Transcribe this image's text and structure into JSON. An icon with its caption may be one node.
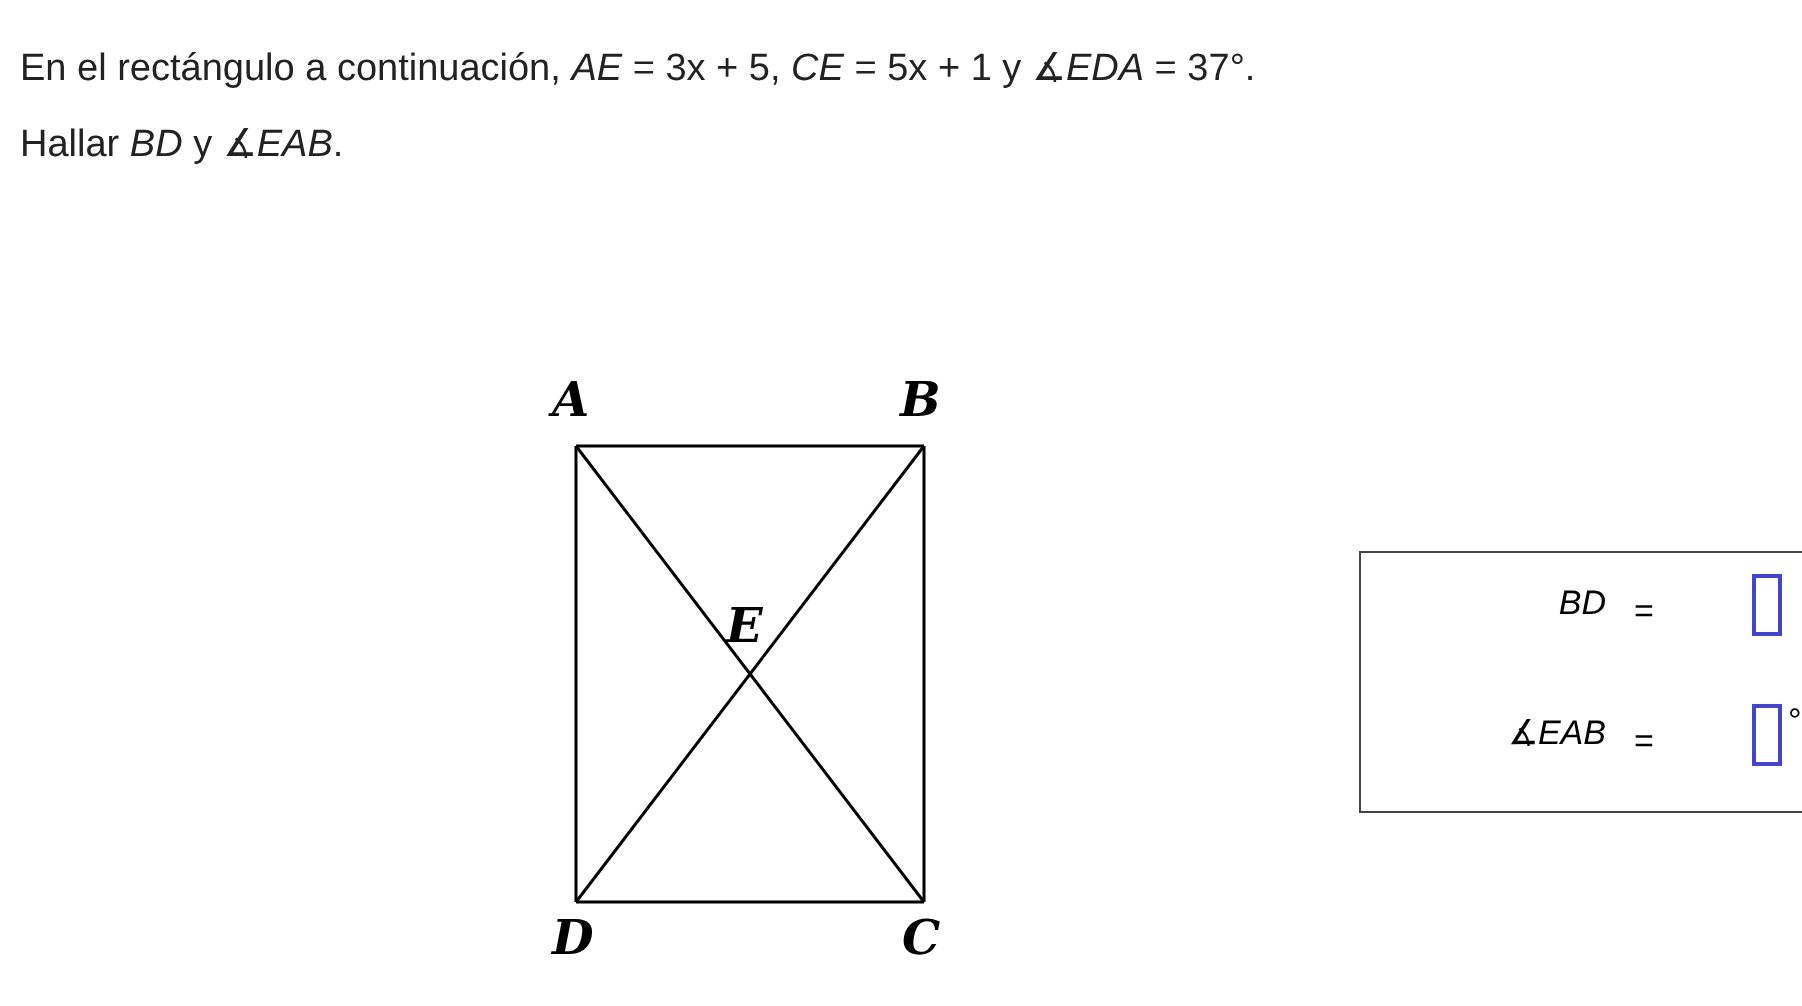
{
  "diagram": {
    "labels": [
      "En el rectángulo a continuación, *AE* = 3x + 5, *CE* = 5x + 1 y ∡*EDA* = 37°.",
      "Hallar *BD* y ∡*EAB*.",
      "A",
      "B",
      "E",
      "D",
      "C",
      "*BD*",
      "=",
      "∡*EAB*",
      "=",
      "°"
    ]
  }
}
